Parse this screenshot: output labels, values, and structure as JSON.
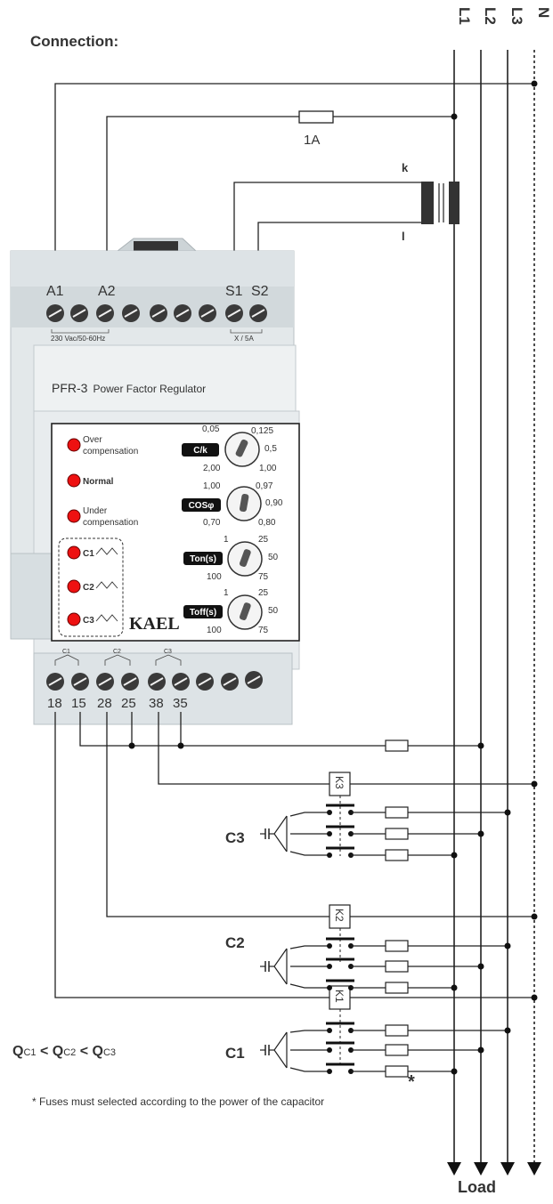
{
  "header": {
    "connection_label": "Connection:"
  },
  "phases": [
    "L1",
    "L2",
    "L3",
    "N"
  ],
  "fuse_1a": "1A",
  "ct": {
    "k": "k",
    "l": "l"
  },
  "device": {
    "top_terminals": [
      "A1",
      "A2",
      "S1",
      "S2"
    ],
    "supply_note": "230 Vac/50-60Hz",
    "ct_note": "X / 5A",
    "model": "PFR-3",
    "title": "Power Factor Regulator",
    "leds": [
      {
        "label": "Over compensation",
        "lines": [
          "Over",
          "compensation"
        ]
      },
      {
        "label": "Normal",
        "lines": [
          "Normal"
        ]
      },
      {
        "label": "Under compensation",
        "lines": [
          "Under",
          "compensation"
        ]
      }
    ],
    "steps": [
      "C1",
      "C2",
      "C3"
    ],
    "brand": "KAEL",
    "knobs": [
      {
        "name": "C/k",
        "tl": "0,05",
        "tr": "0,125",
        "r": "0,5",
        "bl": "2,00",
        "br": "1,00"
      },
      {
        "name": "COSφ",
        "tl": "1,00",
        "tr": "0,97",
        "r": "0,90",
        "bl": "0,70",
        "br": "0,80"
      },
      {
        "name": "Ton(s)",
        "tl": "1",
        "tr": "25",
        "r": "50",
        "bl": "100",
        "br": "75"
      },
      {
        "name": "Toff(s)",
        "tl": "1",
        "tr": "25",
        "r": "50",
        "bl": "100",
        "br": "75"
      }
    ],
    "relay_labels": [
      "C1",
      "C2",
      "C3"
    ],
    "bottom_terminals": [
      "18",
      "15",
      "28",
      "25",
      "38",
      "35"
    ]
  },
  "contactors": [
    "K3",
    "K2",
    "K1"
  ],
  "capacitors": [
    "C3",
    "C2",
    "C1"
  ],
  "formula": {
    "parts": [
      {
        "q": "Q",
        "sub": "C1"
      },
      {
        "op": " < "
      },
      {
        "q": "Q",
        "sub": "C2"
      },
      {
        "op": " < "
      },
      {
        "q": "Q",
        "sub": "C3"
      }
    ]
  },
  "fuse_star": "*",
  "note": "* Fuses must selected according to the power of the capacitor",
  "load_label": "Load"
}
